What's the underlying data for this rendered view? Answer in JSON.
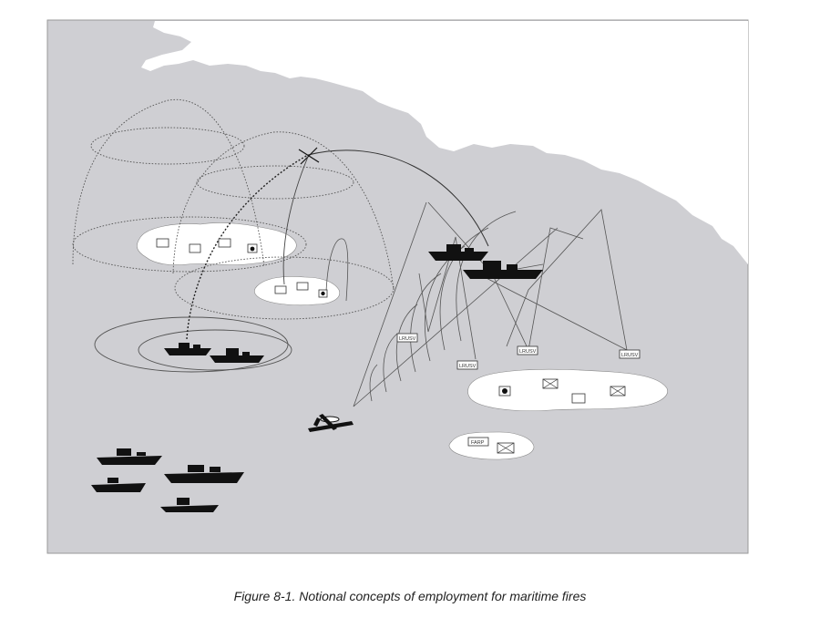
{
  "figure": {
    "caption": "Figure 8-1. Notional concepts of employment for maritime fires",
    "labels": {
      "lrusv_1": "LRUSV",
      "lrusv_2": "LRUSV",
      "lrusv_3": "LRUSV",
      "lrusv_4": "LRUSV",
      "farp": "FARP"
    },
    "colors": {
      "sea": "#cfcfd3",
      "land": "#ffffff",
      "ship": "#111111",
      "lines": "#555555"
    }
  }
}
